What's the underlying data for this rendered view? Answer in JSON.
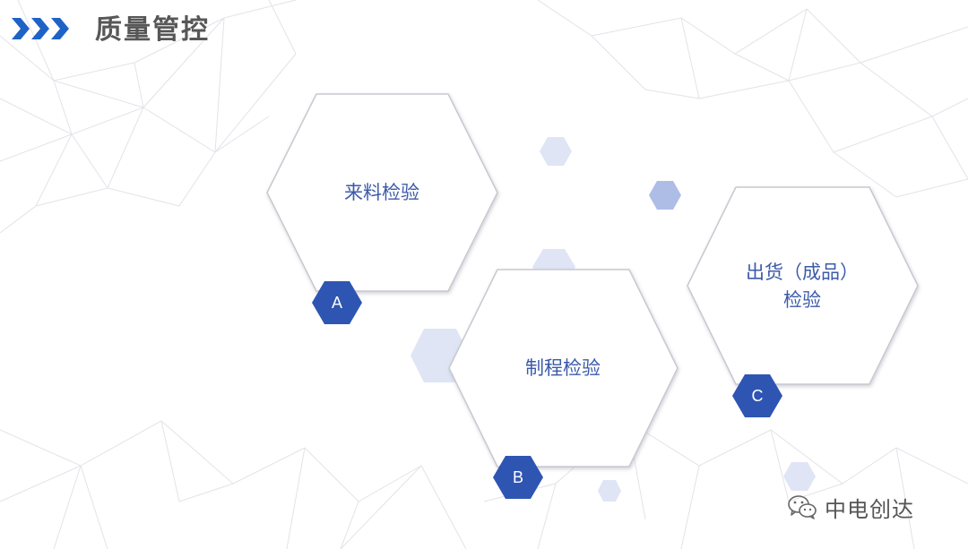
{
  "header": {
    "title": "质量管控",
    "accent_color": "#1f62c6",
    "chevron_icon": "triple-chevron-right-icon"
  },
  "cards": [
    {
      "id": "A",
      "label": "来料检验",
      "badge": "A"
    },
    {
      "id": "B",
      "label": "制程检验",
      "badge": "B"
    },
    {
      "id": "C",
      "label_line1": "出货（成品）",
      "label_line2": "检验",
      "badge": "C"
    }
  ],
  "colors": {
    "hex_border": "#c8c8d0",
    "hex_fill": "#ffffff",
    "label_text": "#3c5aa8",
    "badge_fill": "#2f55b3",
    "deco_light": "#dfe5f5",
    "deco_mid": "#aebde6"
  },
  "watermark": {
    "icon": "wechat-icon",
    "text": "中电创达"
  }
}
